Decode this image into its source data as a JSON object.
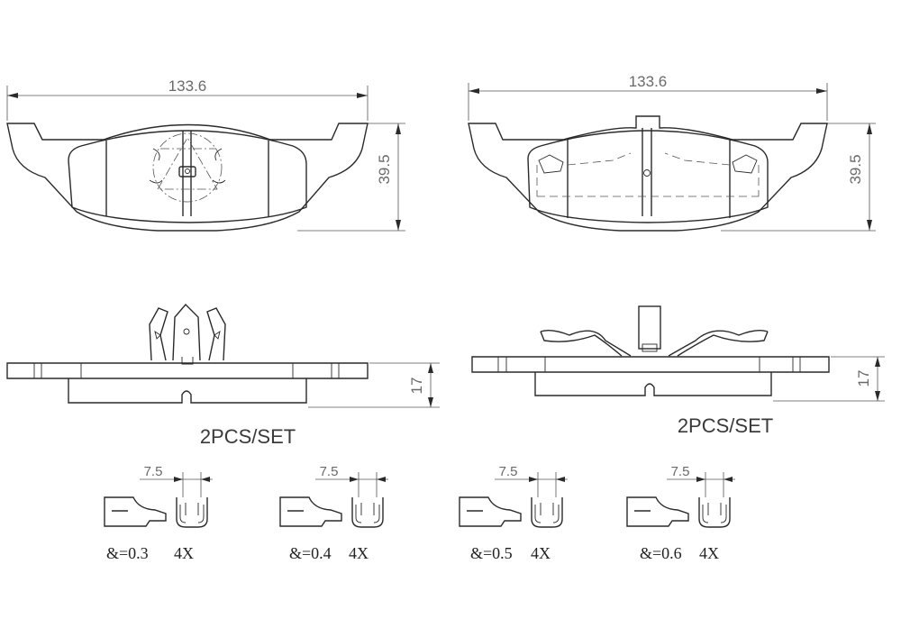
{
  "left_pad": {
    "width_dim": "133.6",
    "height_dim": "39.5",
    "thickness_dim": "17",
    "set_label": "2PCS/SET"
  },
  "right_pad": {
    "width_dim": "133.6",
    "height_dim": "39.5",
    "thickness_dim": "17",
    "set_label": "2PCS/SET"
  },
  "shims": [
    {
      "gap_dim": "7.5",
      "thickness_label": "&=0.3",
      "qty_label": "4X"
    },
    {
      "gap_dim": "7.5",
      "thickness_label": "&=0.4",
      "qty_label": "4X"
    },
    {
      "gap_dim": "7.5",
      "thickness_label": "&=0.5",
      "qty_label": "4X"
    },
    {
      "gap_dim": "7.5",
      "thickness_label": "&=0.6",
      "qty_label": "4X"
    }
  ]
}
